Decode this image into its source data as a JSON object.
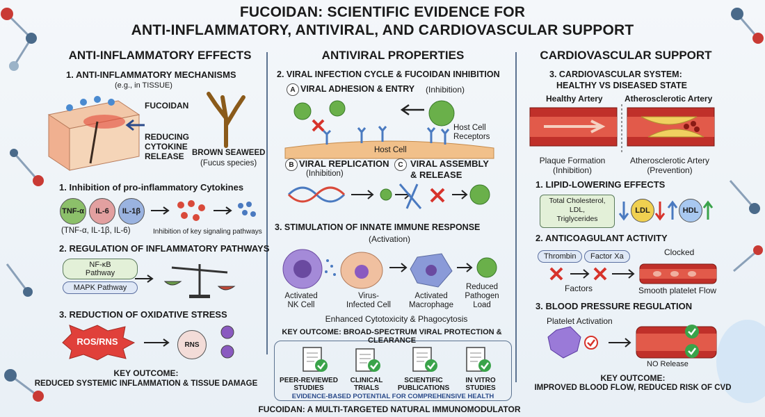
{
  "title": {
    "line1": "FUCOIDAN: SCIENTIFIC EVIDENCE FOR",
    "line2": "ANTI-INFLAMMATORY, ANTIVIRAL, AND CARDIOVASCULAR SUPPORT"
  },
  "left": {
    "heading": "ANTI-INFLAMMATORY EFFECTS",
    "s1_title": "1. ANTI-INFLAMMATORY MECHANISMS",
    "s1_sub": "(e.g., in TISSUE)",
    "fucoidan": "FUCOIDAN",
    "reducing1": "REDUCING",
    "reducing2": "CYTOKINE",
    "reducing3": "RELEASE",
    "seaweed1": "BROWN SEAWEED",
    "seaweed2": "(Fucus species)",
    "s2_title": "1. Inhibition of pro-inflammatory Cytokines",
    "tnf": "TNF-α",
    "il6": "IL-6",
    "il1b": "IL-1β",
    "cyto_caption": "(TNF-α, IL-1β, IL-6)",
    "inhib_caption": "Inhibition of key signaling pathways",
    "s3_title": "2. REGULATION OF INFLAMMATORY PATHWAYS",
    "nfkb1": "NF-κB",
    "nfkb2": "Pathway",
    "mapk": "MAPK Pathway",
    "s4_title": "3. REDUCTION OF OXIDATIVE STRESS",
    "ros": "ROS/RNS",
    "rns": "RNS",
    "key1": "KEY OUTCOME:",
    "key2": "REDUCED SYSTEMIC INFLAMMATION & TISSUE DAMAGE"
  },
  "center": {
    "heading": "ANTIVIRAL PROPERTIES",
    "s1_title": "2. VIRAL INFECTION CYCLE & FUCOIDAN INHIBITION",
    "a_letter": "A",
    "a_title": "VIRAL ADHESION & ENTRY",
    "a_inhib": "(Inhibition)",
    "host_receptors1": "Host Cell",
    "host_receptors2": "Receptors",
    "host_cell": "Host Cell",
    "b_letter": "B",
    "b_title": "VIRAL REPLICATION",
    "b_inhib": "(Inhibition)",
    "c_letter": "C",
    "c_title1": "VIRAL ASSEMBLY",
    "c_title2": "& RELEASE",
    "s3_title": "3. STIMULATION OF INNATE IMMUNE RESPONSE",
    "s3_sub": "(Activation)",
    "nk1": "Activated",
    "nk2": "NK Cell",
    "vi1": "Virus-",
    "vi2": "Infected Cell",
    "mac1": "Activated",
    "mac2": "Macrophage",
    "red1": "Reduced",
    "red2": "Pathogen",
    "red3": "Load",
    "enhanced": "Enhanced Cytotoxicity & Phagocytosis",
    "key": "KEY OUTCOME: BROAD-SPECTRUM VIRAL PROTECTION & CLEARANCE"
  },
  "right": {
    "heading": "CARDIOVASCULAR SUPPORT",
    "s1_title1": "3. CARDIOVASCULAR SYSTEM:",
    "s1_title2": "HEALTHY VS DISEASED STATE",
    "healthy": "Healthy Artery",
    "athero": "Atherosclerotic Artery",
    "plaque1": "Plaque Formation",
    "plaque2": "(Inhibition)",
    "athero2": "Atherosclerotic Artery",
    "prevention": "(Prevention)",
    "s2_title": "1. LIPID-LOWERING EFFECTS",
    "lipid1": "Total Cholesterol,",
    "lipid2": "LDL,",
    "lipid3": "Triglycerides",
    "ldl": "LDL",
    "hdl": "HDL",
    "s3_title": "2. ANTICOAGULANT ACTIVITY",
    "thrombin": "Thrombin",
    "factorxa": "Factor Xa",
    "clocked": "Clocked",
    "factors": "Factors",
    "smooth": "Smooth platelet Flow",
    "s4_title": "3. BLOOD PRESSURE REGULATION",
    "platelet": "Platelet Activation",
    "norelease": "NO Release",
    "key1": "KEY OUTCOME:",
    "key2": "IMPROVED BLOOD FLOW, REDUCED RISK OF CVD"
  },
  "bottom": {
    "doc1a": "PEER-REVIEWED",
    "doc1b": "STUDIES",
    "doc2a": "CLINICAL",
    "doc2b": "TRIALS",
    "doc3a": "SCIENTIFIC",
    "doc3b": "PUBLICATIONS",
    "doc4a": "IN VITRO",
    "doc4b": "STUDIES",
    "evidence": "EVIDENCE-BASED POTENTIAL FOR COMPREHENSIVE HEALTH",
    "footer": "FUCOIDAN: A MULTI-TARGETED NATURAL IMMUNOMODULATOR"
  },
  "colors": {
    "divider": "#5b7290",
    "virus": "#5aa33a",
    "red": "#d7332b",
    "check": "#3aa34a"
  }
}
